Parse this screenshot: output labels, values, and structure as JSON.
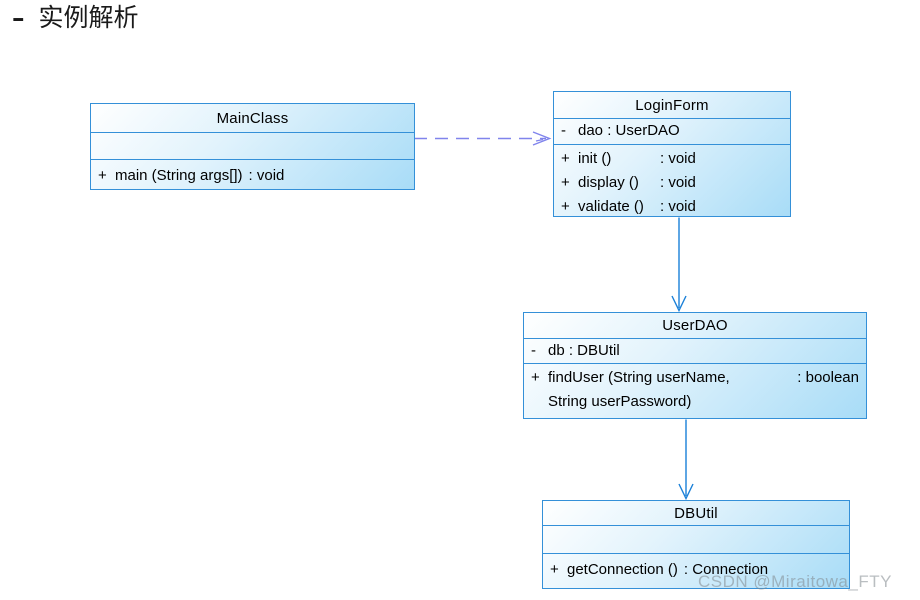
{
  "header": {
    "bullet": "–",
    "title": "实例解析"
  },
  "watermark": "CSDN @Miraitowa_FTY",
  "colors": {
    "box_border": "#3490D8",
    "box_fill_top": "#FFFFFF",
    "box_fill_bottom": "#A8DCF7",
    "association_arrow": "#1A80D8",
    "dependency_arrow": "#8084EC",
    "watermark_text": "#B7BABC",
    "text": "#000000"
  },
  "diagram": {
    "classes": [
      {
        "name": "MainClass",
        "attributes": [],
        "methods": [
          {
            "vis": "+",
            "sig": "main (String args[])",
            "ret": ": void"
          }
        ]
      },
      {
        "name": "LoginForm",
        "attributes": [
          {
            "vis": "-",
            "text": "dao : UserDAO"
          }
        ],
        "methods": [
          {
            "vis": "+",
            "sig": "init ()",
            "ret": ": void"
          },
          {
            "vis": "+",
            "sig": "display ()",
            "ret": ": void"
          },
          {
            "vis": "+",
            "sig": "validate ()",
            "ret": ": void"
          }
        ]
      },
      {
        "name": "UserDAO",
        "attributes": [
          {
            "vis": "-",
            "text": "db : DBUtil"
          }
        ],
        "methods": [
          {
            "vis": "+",
            "sig": "findUser (String userName,\nString userPassword)",
            "ret": ": boolean"
          }
        ]
      },
      {
        "name": "DBUtil",
        "attributes": [],
        "methods": [
          {
            "vis": "+",
            "sig": "getConnection ()",
            "ret": ": Connection"
          }
        ]
      }
    ],
    "relationships": [
      {
        "from": "MainClass",
        "to": "LoginForm",
        "type": "dependency",
        "line": "dashed",
        "arrowhead": "open"
      },
      {
        "from": "LoginForm",
        "to": "UserDAO",
        "type": "directed-association",
        "line": "solid",
        "arrowhead": "open"
      },
      {
        "from": "UserDAO",
        "to": "DBUtil",
        "type": "directed-association",
        "line": "solid",
        "arrowhead": "open"
      }
    ]
  }
}
